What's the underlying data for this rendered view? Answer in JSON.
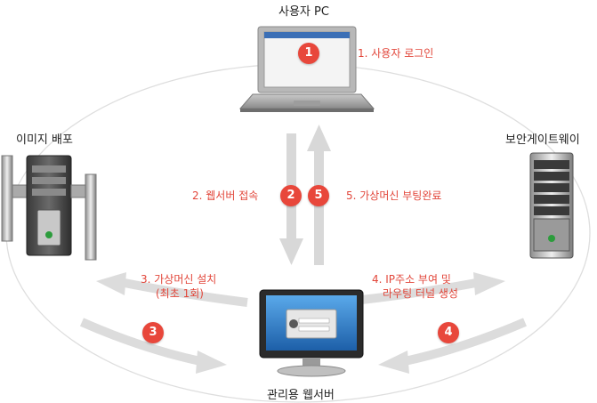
{
  "nodes": {
    "user_pc": "사용자 PC",
    "image_deploy": "이미지 배포",
    "security_gateway": "보안게이트웨이",
    "mgmt_webserver": "관리용 웹서버"
  },
  "steps": {
    "s1": {
      "num": "1",
      "text": "1. 사용자 로그인"
    },
    "s2": {
      "num": "2",
      "text": "2. 웹서버 접속"
    },
    "s3": {
      "num": "3",
      "line1": "3. 가상머신 설치",
      "line2": "(최초 1회)"
    },
    "s4": {
      "num": "4",
      "line1": "4. IP주소 부여 및",
      "line2": "라우팅 터널 생성"
    },
    "s5": {
      "num": "5",
      "text": "5. 가상머신 부팅완료"
    }
  },
  "colors": {
    "accent": "#e8473b",
    "arrow": "#d9d9d9",
    "ring": "#dcdcdc"
  }
}
